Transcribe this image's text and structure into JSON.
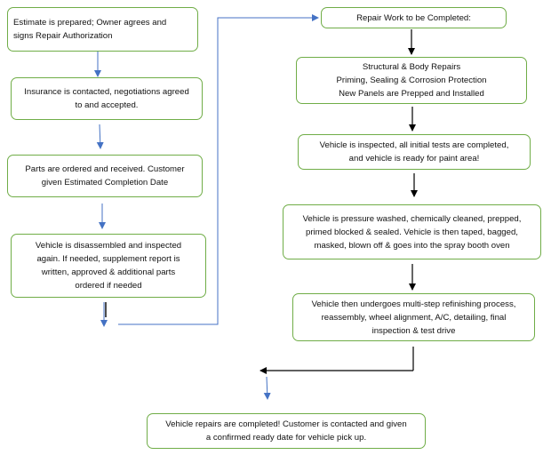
{
  "left_column": [
    {
      "id": "estimate",
      "lines": [
        "Estimate is prepared; Owner agrees and",
        "signs Repair Authorization"
      ]
    },
    {
      "id": "insurance",
      "lines": [
        "Insurance is contacted, negotiations agreed",
        "to and accepted."
      ]
    },
    {
      "id": "parts",
      "lines": [
        "Parts are ordered and received.  Customer",
        "given Estimated Completion Date"
      ]
    },
    {
      "id": "disassembled",
      "lines": [
        "Vehicle is disassembled and inspected",
        "again.  If needed, supplement report is",
        "written, approved & additional parts",
        "ordered if needed"
      ]
    }
  ],
  "right_column": [
    {
      "id": "repair-work",
      "lines": [
        "Repair Work to be Completed:"
      ]
    },
    {
      "id": "structural",
      "lines": [
        "Structural & Body Repairs",
        "Priming, Sealing & Corrosion Protection",
        "New Panels are Prepped and Installed"
      ]
    },
    {
      "id": "inspected",
      "lines": [
        "Vehicle is inspected, all initial tests are completed,",
        "and vehicle is ready for paint area!"
      ]
    },
    {
      "id": "washed",
      "lines": [
        "Vehicle is pressure washed, chemically cleaned, prepped,",
        "primed blocked & sealed.  Vehicle is then taped, bagged,",
        "masked, blown off & goes into the spray booth oven"
      ]
    },
    {
      "id": "refinishing",
      "lines": [
        "Vehicle then undergoes multi-step refinishing process,",
        "reassembly, wheel alignment, A/C, detailing, final",
        "inspection & test drive"
      ]
    }
  ],
  "final": {
    "id": "completed",
    "lines": [
      "Vehicle repairs are completed!  Customer is contacted and given",
      "a confirmed ready date for vehicle pick up."
    ]
  },
  "colors": {
    "box_border": "#70ad47",
    "arrow_blue": "#4472c4",
    "arrow_black": "#000000"
  }
}
